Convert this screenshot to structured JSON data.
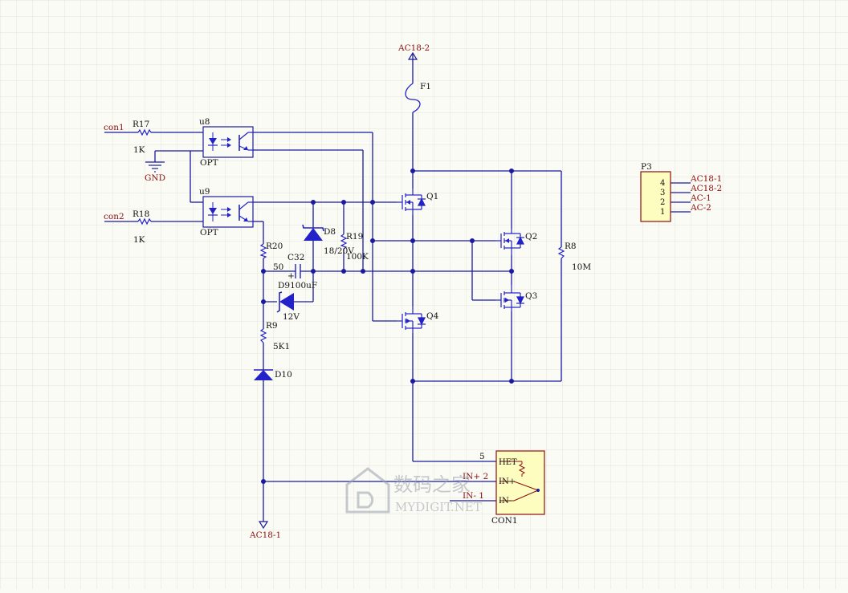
{
  "colors": {
    "background": "#fbfbf6",
    "grid": "#e4e4dc",
    "wire": "#1a1aa0",
    "component": "#2222c8",
    "designator_text": "#111111",
    "net_label_text": "#8b1010",
    "connector_fill": "#fdfdc0",
    "connector_border": "#8b1010",
    "junction": "#1a1aa0",
    "watermark": "#9aa0aa"
  },
  "labels": {
    "net_con1": "con1",
    "net_con2": "con2",
    "r17": "R17",
    "r17_value": "1K",
    "r18": "R18",
    "r18_value": "1K",
    "u8": "u8",
    "u8_type": "OPT",
    "u9": "u9",
    "u9_type": "OPT",
    "gnd": "GND",
    "power_top": "AC18-2",
    "f1": "F1",
    "power_bottom": "AC18-1",
    "q1": "Q1",
    "q2": "Q2",
    "q3": "Q3",
    "q4": "Q4",
    "r8": "R8",
    "r8_value": "10M",
    "r19": "R19",
    "r19_value": "100K",
    "d8": "D8",
    "d8_value": "18/20V",
    "c32": "C32",
    "c32_value": "50",
    "c32_plus": "+",
    "d9_and_c32_value": "D9100uF",
    "d9_value": "12V",
    "r20": "R20",
    "r9": "R9",
    "r9_value": "5K1",
    "d10": "D10",
    "con1_name": "CON1",
    "con1_pin5": "5",
    "con1_pin2": "IN+ 2",
    "con1_pin1": "IN-  1",
    "con1_het": "HET",
    "con1_inp": "IN+",
    "con1_inm": "IN-",
    "p3": "P3",
    "p3_pins": [
      "4",
      "3",
      "2",
      "1"
    ],
    "p3_nets": [
      "AC18-1",
      "AC18-2",
      "AC-1",
      "AC-2"
    ],
    "watermark_main": "数码之家",
    "watermark_sub": "MYDIGIT.NET"
  }
}
